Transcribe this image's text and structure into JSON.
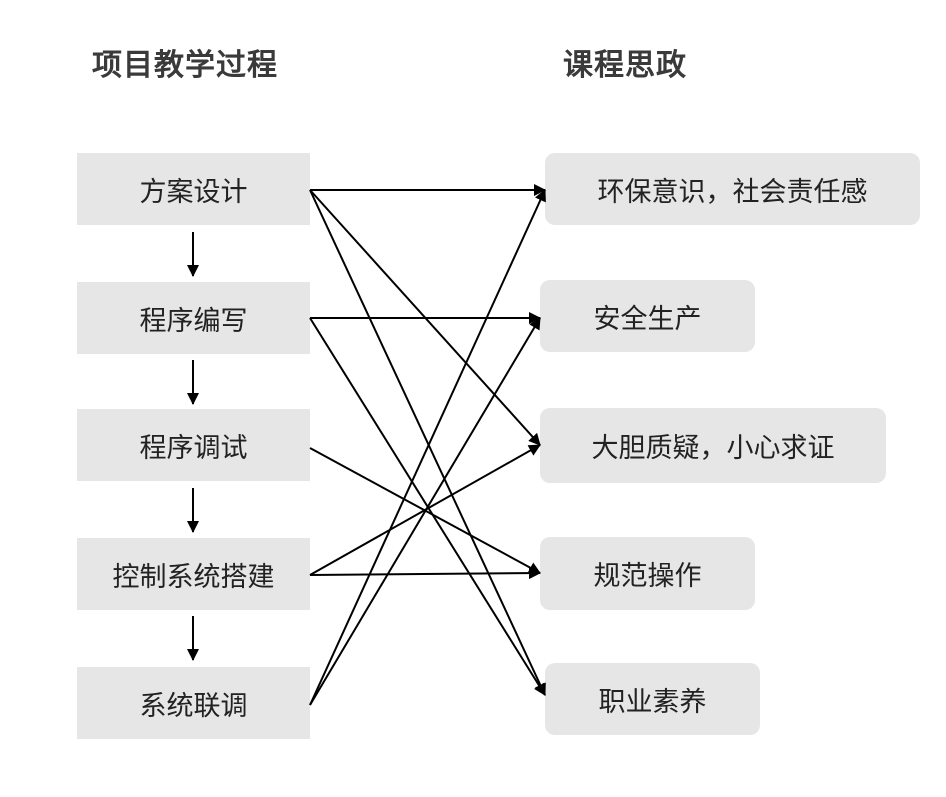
{
  "headings": {
    "left": "项目教学过程",
    "right": "课程思政"
  },
  "process_steps": [
    {
      "id": "p1",
      "label": "方案设计"
    },
    {
      "id": "p2",
      "label": "程序编写"
    },
    {
      "id": "p3",
      "label": "程序调试"
    },
    {
      "id": "p4",
      "label": "控制系统搭建"
    },
    {
      "id": "p5",
      "label": "系统联调"
    }
  ],
  "ideology_items": [
    {
      "id": "i1",
      "label": "环保意识，社会责任感"
    },
    {
      "id": "i2",
      "label": "安全生产"
    },
    {
      "id": "i3",
      "label": "大胆质疑，小心求证"
    },
    {
      "id": "i4",
      "label": "规范操作"
    },
    {
      "id": "i5",
      "label": "职业素养"
    }
  ],
  "sequence_links": [
    [
      "p1",
      "p2"
    ],
    [
      "p2",
      "p3"
    ],
    [
      "p3",
      "p4"
    ],
    [
      "p4",
      "p5"
    ]
  ],
  "mapping_links": [
    [
      "p1",
      "i1"
    ],
    [
      "p1",
      "i3"
    ],
    [
      "p1",
      "i5"
    ],
    [
      "p2",
      "i2"
    ],
    [
      "p2",
      "i5"
    ],
    [
      "p3",
      "i4"
    ],
    [
      "p4",
      "i3"
    ],
    [
      "p4",
      "i4"
    ],
    [
      "p5",
      "i1"
    ],
    [
      "p5",
      "i2"
    ]
  ]
}
